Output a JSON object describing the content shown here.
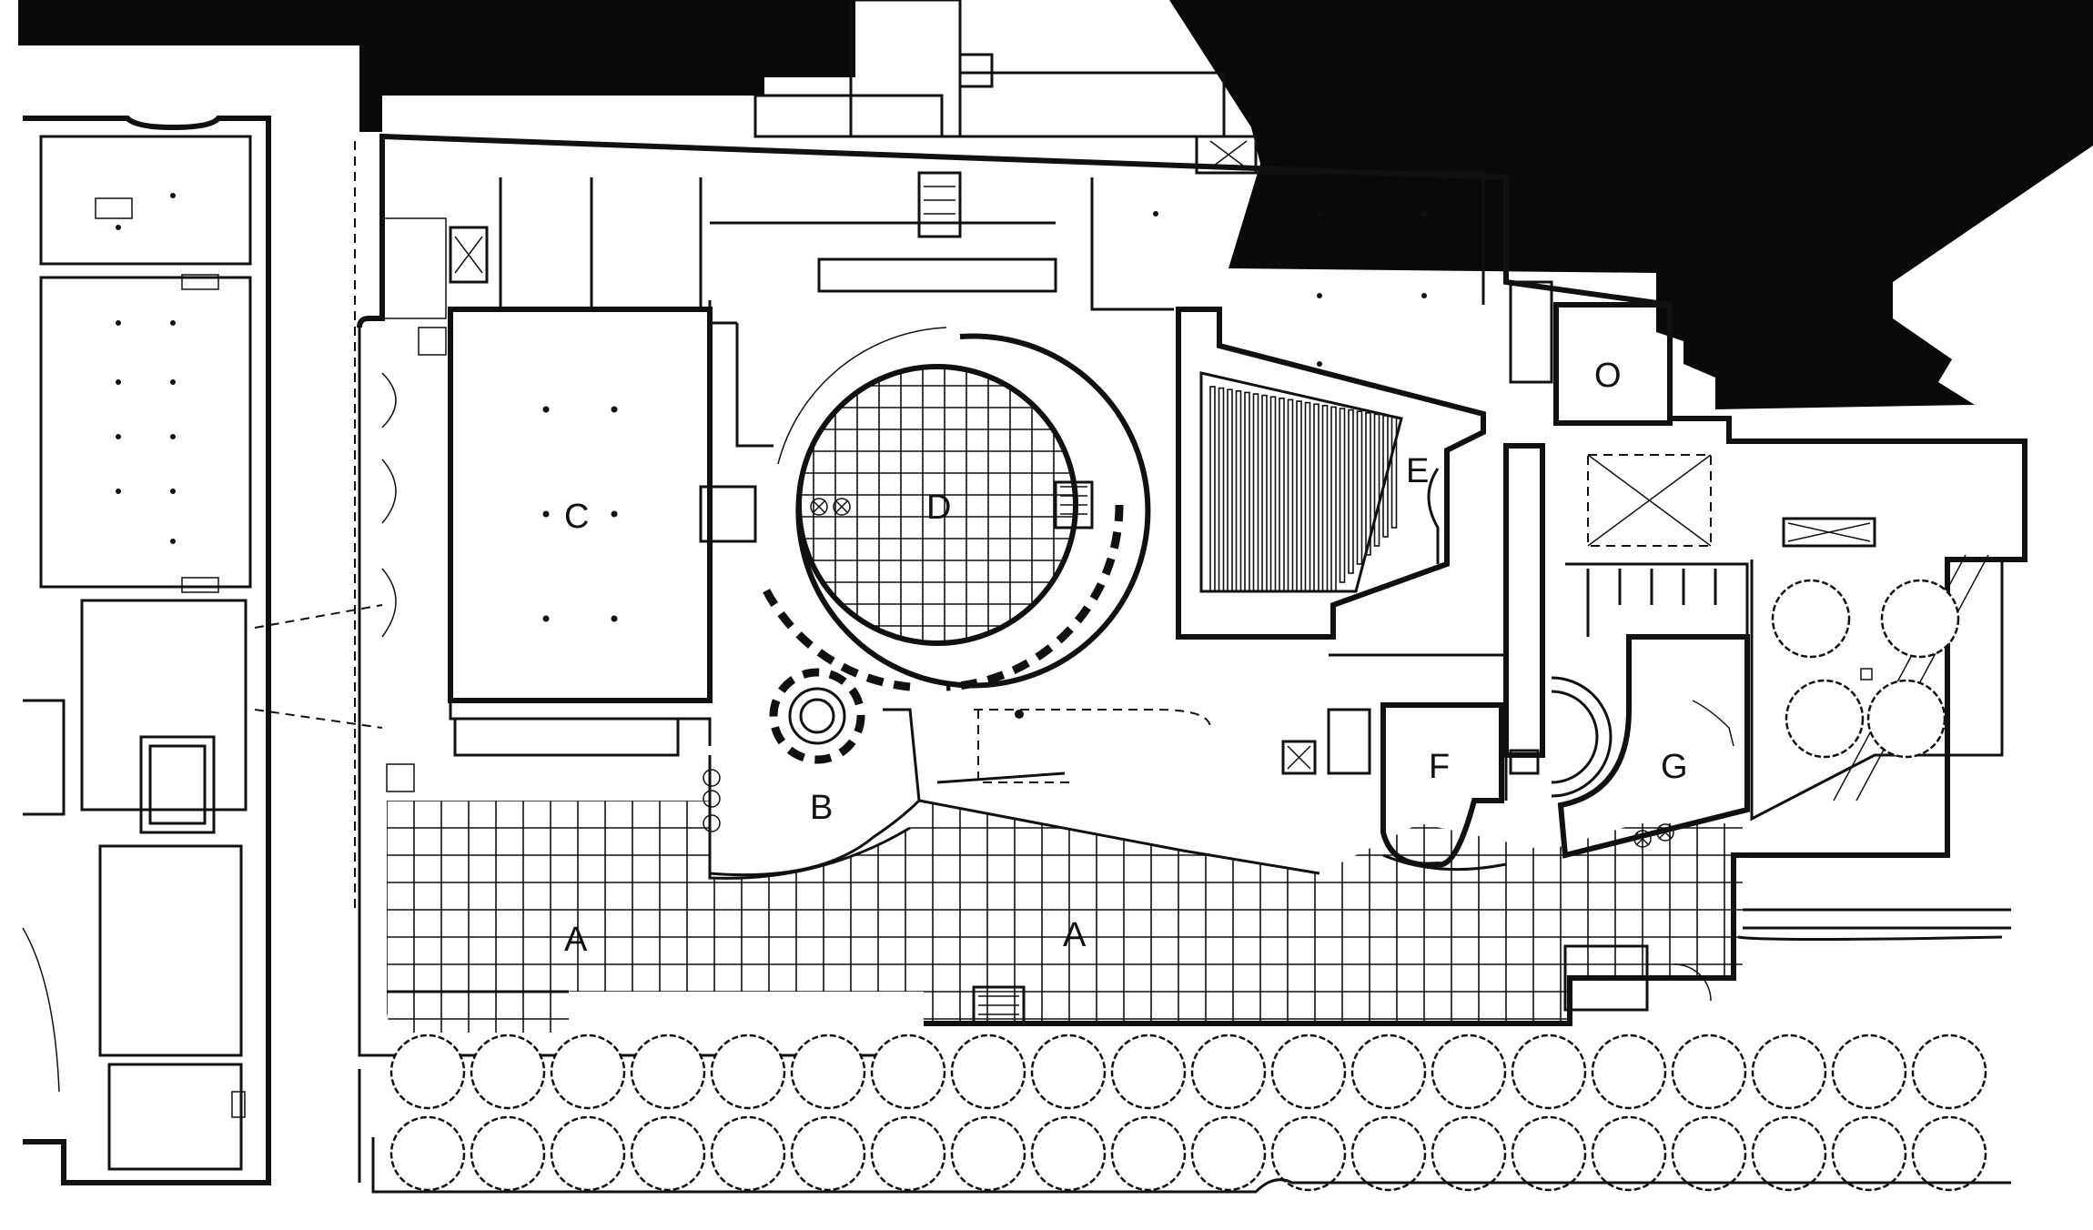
{
  "labels": {
    "a_left": "A",
    "a_right": "A",
    "b": "B",
    "c": "C",
    "d": "D",
    "e": "E",
    "f": "F",
    "g": "G",
    "o": "O"
  }
}
